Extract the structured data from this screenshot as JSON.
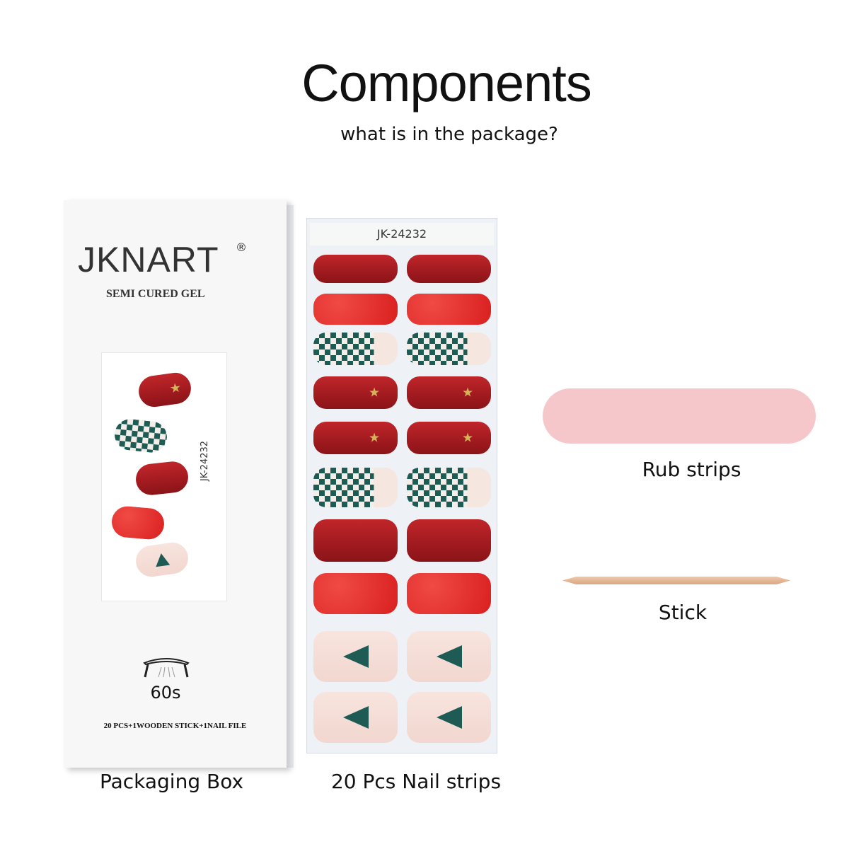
{
  "header": {
    "title": "Components",
    "subtitle": "what is in the package?"
  },
  "box": {
    "brand": "JKNART",
    "registered": "®",
    "tagline": "SEMI CURED GEL",
    "card_code": "JK-24232",
    "cure_time": "60s",
    "contents": "20 PCS+1WOODEN STICK+1NAIL FILE",
    "label": "Packaging Box"
  },
  "sheet": {
    "code": "JK-24232",
    "label": "20 Pcs Nail strips",
    "rows": [
      "dark",
      "glit",
      "check",
      "star",
      "star",
      "check",
      "dark",
      "glit",
      "tree",
      "tree"
    ]
  },
  "rub": {
    "label": "Rub strips"
  },
  "stick": {
    "label": "Stick"
  },
  "colors": {
    "red": "#a01a1f",
    "glitter": "#e02a28",
    "green": "#1e5b55",
    "pink": "#f5c7cb"
  }
}
